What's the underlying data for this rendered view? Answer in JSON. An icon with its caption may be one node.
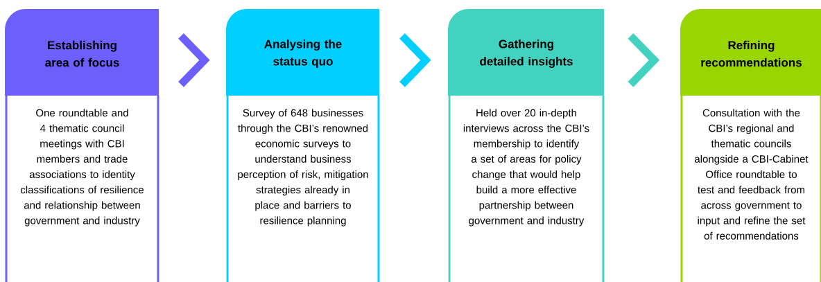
{
  "diagram": {
    "nodes": [
      {
        "text": [
          "Establishing area of focus",
          "One roundtable and 4 thematic council meetings with CBI members and trade associations to identity classifications of resilience and relationship between government and industry"
        ]
      },
      {
        "text": [
          "Analysing the status quo",
          "Survey of 648 businesses through the CBI’s renowned economic surveys to understand business perception of risk, mitigation strategies already in place and barriers to resilience planning"
        ]
      },
      {
        "text": [
          "Gathering detailed insights",
          "Held over 20 in-depth interviews across the CBI’s membership to identify a set of areas for policy change that would help build a more effective partnership between government and industry"
        ]
      },
      {
        "text": [
          "Refining recommendations",
          "Consultation with the CBI’s regional and thematic councils alongside a CBI-Cabinet Office roundtable to test and feedback from across government to input and refine the set of recommendations"
        ]
      }
    ],
    "edges": [
      {
        "from": 0,
        "to": 1,
        "arrow": "to",
        "color": "#6c5ffc"
      },
      {
        "from": 1,
        "to": 2,
        "arrow": "to",
        "color": "#00cfff"
      },
      {
        "from": 2,
        "to": 3,
        "arrow": "to",
        "color": "#41d3bf"
      }
    ]
  }
}
